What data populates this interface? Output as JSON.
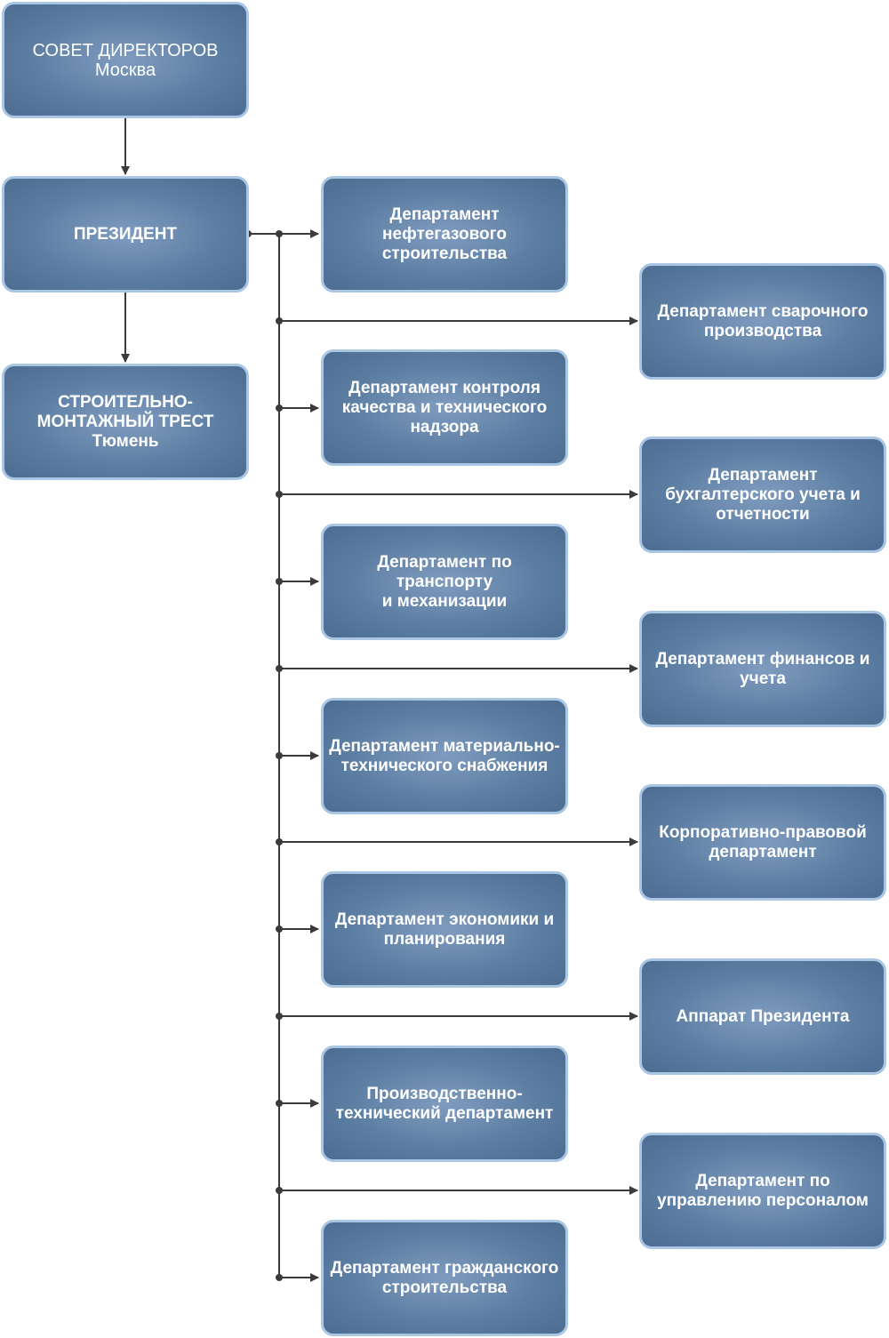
{
  "board": {
    "line1": "СОВЕТ ДИРЕКТОРОВ",
    "line2": "Москва"
  },
  "president": {
    "label": "ПРЕЗИДЕНТ"
  },
  "trust": {
    "line1": "СТРОИТЕЛЬНО-",
    "line2": "МОНТАЖНЫЙ ТРЕСТ",
    "line3": "Тюмень"
  },
  "departments": [
    {
      "lines": [
        "Департамент",
        "нефтегазового",
        "строительства"
      ]
    },
    {
      "lines": [
        "Департамент сварочного",
        "производства"
      ]
    },
    {
      "lines": [
        "Департамент контроля",
        "качества и технического",
        "надзора"
      ]
    },
    {
      "lines": [
        "Департамент",
        "бухгалтерского учета и",
        "отчетности"
      ]
    },
    {
      "lines": [
        "Департамент по транспорту",
        "и механизации"
      ]
    },
    {
      "lines": [
        "Департамент финансов и",
        "учета"
      ]
    },
    {
      "lines": [
        "Департамент материально-",
        "технического снабжения"
      ]
    },
    {
      "lines": [
        "Корпоративно-правовой",
        "департамент"
      ]
    },
    {
      "lines": [
        "Департамент экономики и",
        "планирования"
      ]
    },
    {
      "lines": [
        "Аппарат Президента"
      ]
    },
    {
      "lines": [
        "Производственно-",
        "технический департамент"
      ]
    },
    {
      "lines": [
        "Департамент по",
        "управлению персоналом"
      ]
    },
    {
      "lines": [
        "Департамент гражданского",
        "строительства"
      ]
    }
  ],
  "colors": {
    "box_border": "#a9c6e5",
    "box_fill": "#5d7ea3",
    "connector": "#3b3b3b",
    "text": "#ffffff"
  }
}
